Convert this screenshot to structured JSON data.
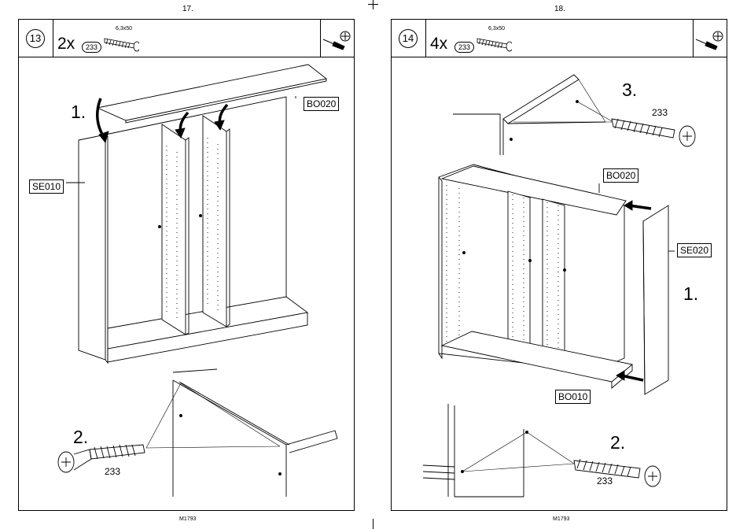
{
  "left_page": {
    "page_number": "17.",
    "step_number": "13",
    "quantity": "2x",
    "part_number": "233",
    "screw_dimension": "6,3x50",
    "labels": {
      "top_panel": "BO020",
      "side_panel": "SE010"
    },
    "callouts": {
      "step_one": "1.",
      "step_two": "2.",
      "screw_part": "233"
    },
    "doc_code": "M1793"
  },
  "right_page": {
    "page_number": "18.",
    "step_number": "14",
    "quantity": "4x",
    "part_number": "233",
    "screw_dimension": "6,3x50",
    "labels": {
      "top_panel": "BO020",
      "side_panel": "SE020",
      "bottom_panel": "BO010"
    },
    "callouts": {
      "step_one": "1.",
      "step_two": "2.",
      "step_three": "3.",
      "screw_part_a": "233",
      "screw_part_b": "233"
    },
    "doc_code": "M1793"
  },
  "icons": [
    "screwdriver-icon",
    "phillips-head-icon",
    "screw-icon",
    "arrow-icon"
  ]
}
